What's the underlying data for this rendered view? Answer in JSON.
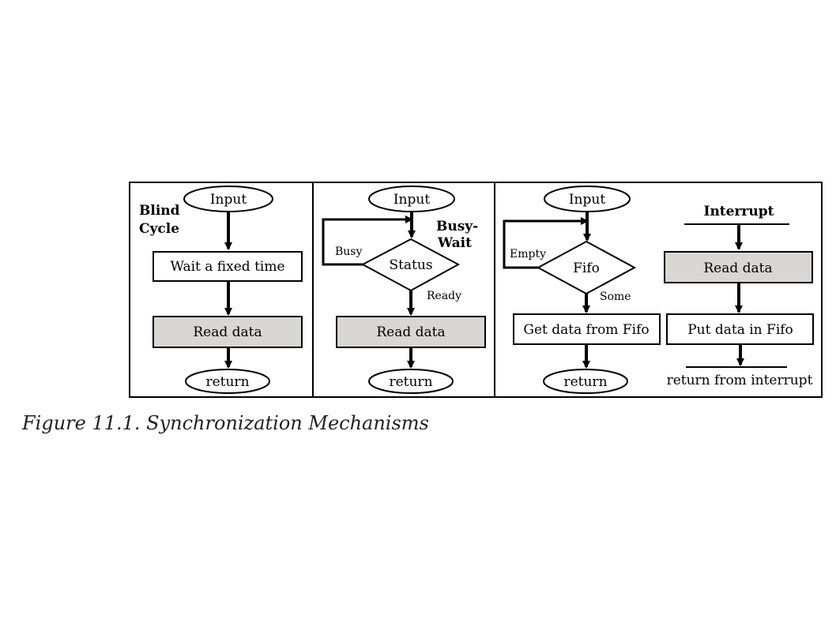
{
  "caption": "Figure 11.1. Synchronization Mechanisms",
  "colors": {
    "shaded_box": "#d9d6d6",
    "line": "#000000"
  },
  "panels": {
    "blind_cycle": {
      "title_line1": "Blind",
      "title_line2": "Cycle",
      "start": "Input",
      "wait": "Wait a fixed time",
      "read": "Read data",
      "end": "return"
    },
    "busy_wait": {
      "title_line1": "Busy-",
      "title_line2": "Wait",
      "start": "Input",
      "decision": "Status",
      "busy_label": "Busy",
      "ready_label": "Ready",
      "read": "Read data",
      "end": "return"
    },
    "fifo_input": {
      "start": "Input",
      "decision": "Fifo",
      "empty_label": "Empty",
      "some_label": "Some",
      "get": "Get data from Fifo",
      "end": "return"
    },
    "interrupt": {
      "title": "Interrupt",
      "read": "Read data",
      "put": "Put data in Fifo",
      "end": "return from interrupt"
    }
  }
}
